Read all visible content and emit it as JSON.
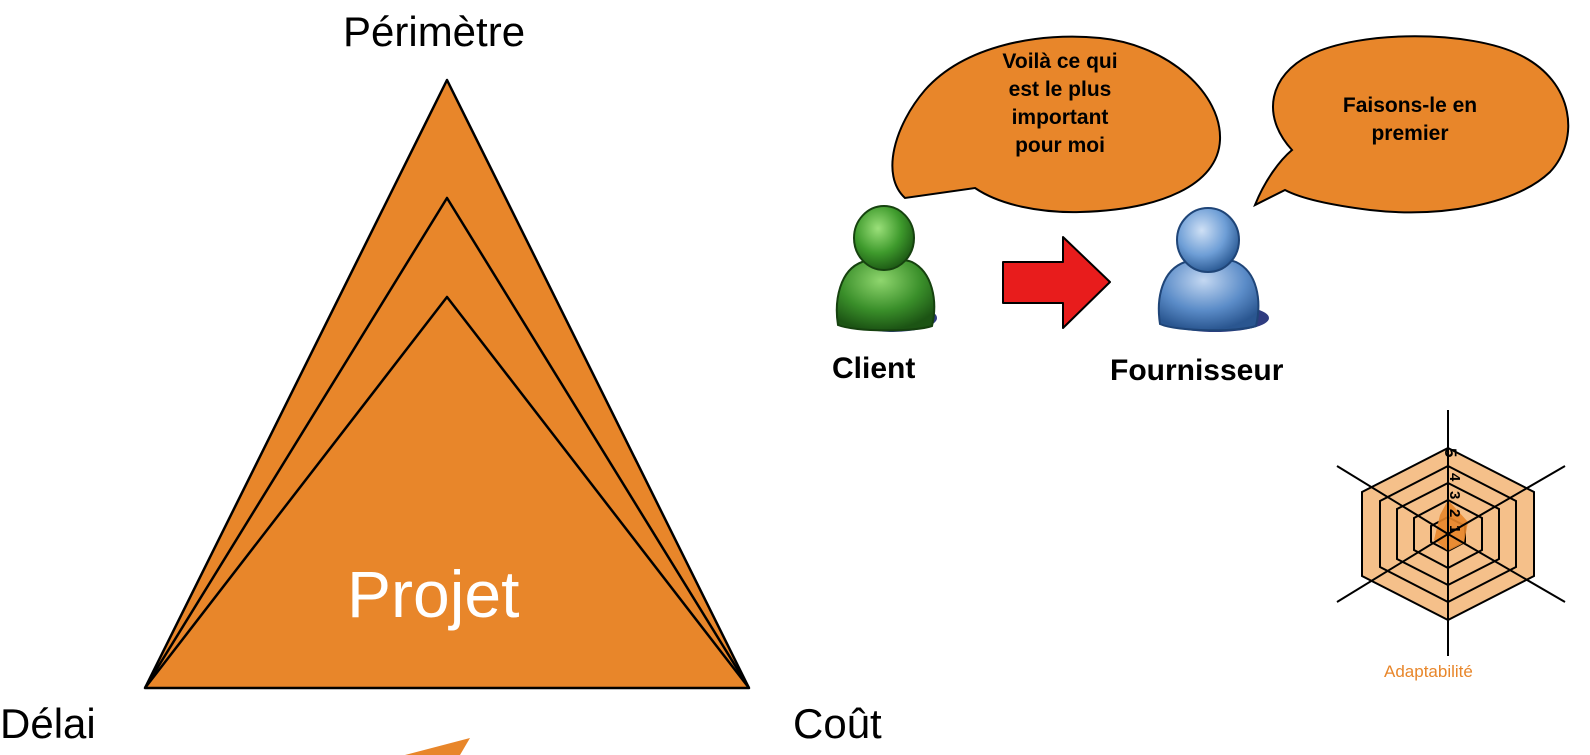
{
  "triangle": {
    "top_label": "Périmètre",
    "left_label": "Délai",
    "right_label": "Coût",
    "center_label": "Projet"
  },
  "client": {
    "label": "Client",
    "bubble_lines": [
      "Voilà ce qui",
      "est le plus",
      "important",
      "pour moi"
    ]
  },
  "supplier": {
    "label": "Fournisseur",
    "bubble_lines": [
      "Faisons-le en",
      "premier"
    ]
  },
  "radar": {
    "axis_label": "Adaptabilité",
    "scale_max_label": "5"
  },
  "colors": {
    "orange": "#E8862A",
    "radar_fill": "#F5C08A",
    "arrow_red": "#E81C1C",
    "client_green": "#3A8F2A",
    "supplier_blue": "#5B8CC8"
  }
}
